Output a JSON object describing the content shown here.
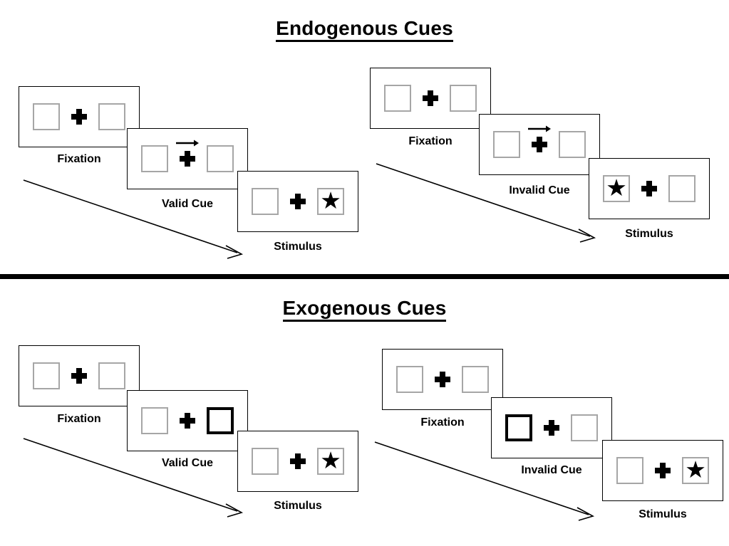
{
  "figure": {
    "sections": [
      {
        "id": "endogenous",
        "title": "Endogenous Cues",
        "sequences": [
          {
            "id": "endogenous-valid",
            "frames": [
              {
                "label": "Fixation",
                "cue": "none",
                "cue_side": "none",
                "target_side": "none",
                "arrow": false
              },
              {
                "label": "Valid Cue",
                "cue": "arrow",
                "cue_side": "right",
                "target_side": "none",
                "arrow": true
              },
              {
                "label": "Stimulus",
                "cue": "none",
                "cue_side": "none",
                "target_side": "right",
                "arrow": false
              }
            ]
          },
          {
            "id": "endogenous-invalid",
            "frames": [
              {
                "label": "Fixation",
                "cue": "none",
                "cue_side": "none",
                "target_side": "none",
                "arrow": false
              },
              {
                "label": "Invalid Cue",
                "cue": "arrow",
                "cue_side": "right",
                "target_side": "none",
                "arrow": true
              },
              {
                "label": "Stimulus",
                "cue": "none",
                "cue_side": "none",
                "target_side": "left",
                "arrow": false
              }
            ]
          }
        ]
      },
      {
        "id": "exogenous",
        "title": "Exogenous Cues",
        "sequences": [
          {
            "id": "exogenous-valid",
            "frames": [
              {
                "label": "Fixation",
                "cue": "none",
                "cue_side": "none",
                "target_side": "none",
                "arrow": false
              },
              {
                "label": "Valid Cue",
                "cue": "box-highlight",
                "cue_side": "right",
                "target_side": "none",
                "arrow": false
              },
              {
                "label": "Stimulus",
                "cue": "none",
                "cue_side": "none",
                "target_side": "right",
                "arrow": false
              }
            ]
          },
          {
            "id": "exogenous-invalid",
            "frames": [
              {
                "label": "Fixation",
                "cue": "none",
                "cue_side": "none",
                "target_side": "none",
                "arrow": false
              },
              {
                "label": "Invalid Cue",
                "cue": "box-highlight",
                "cue_side": "left",
                "target_side": "none",
                "arrow": false
              },
              {
                "label": "Stimulus",
                "cue": "none",
                "cue_side": "none",
                "target_side": "right",
                "arrow": false
              }
            ]
          }
        ]
      }
    ],
    "glyphs": {
      "star": "★",
      "fixation_cross": "plus-icon",
      "cue_arrow": "arrow-right-icon",
      "flow_arrow": "diagonal-arrow-icon"
    },
    "colors": {
      "ink": "#000000",
      "panel_border": "#000000",
      "box_border": "#a6a6a6",
      "cued_box_border": "#000000",
      "background": "#ffffff"
    }
  }
}
